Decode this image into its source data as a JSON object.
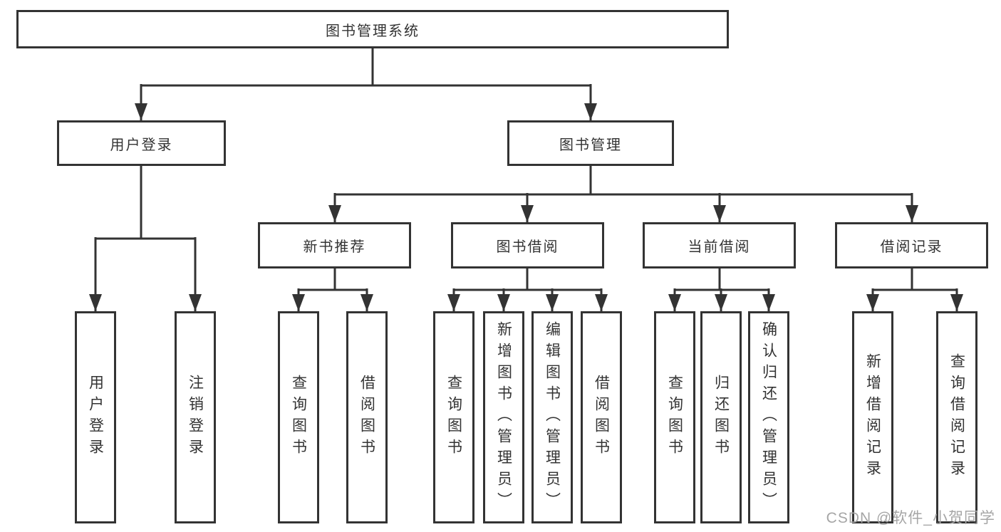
{
  "diagram": {
    "tree": {
      "root": {
        "label": "图书管理系统"
      },
      "branches": [
        {
          "label": "用户登录",
          "children": [
            {
              "label": "用户登录"
            },
            {
              "label": "注销登录"
            }
          ]
        },
        {
          "label": "图书管理",
          "children": [
            {
              "label": "新书推荐",
              "children": [
                {
                  "label": "查询图书"
                },
                {
                  "label": "借阅图书"
                }
              ]
            },
            {
              "label": "图书借阅",
              "children": [
                {
                  "label": "查询图书"
                },
                {
                  "label": "新增图书（管理员）"
                },
                {
                  "label": "编辑图书（管理员）"
                },
                {
                  "label": "借阅图书"
                }
              ]
            },
            {
              "label": "当前借阅",
              "children": [
                {
                  "label": "查询图书"
                },
                {
                  "label": "归还图书"
                },
                {
                  "label": "确认归还（管理员）"
                }
              ]
            },
            {
              "label": "借阅记录",
              "children": [
                {
                  "label": "新增借阅记录"
                },
                {
                  "label": "查询借阅记录"
                }
              ]
            }
          ]
        }
      ]
    },
    "colors": {
      "line": "#333333",
      "box_border": "#333333",
      "box_background": "#ffffff",
      "text": "#333333",
      "watermark": "#a6a6a6"
    },
    "watermark": "CSDN @软件_小贺同学"
  }
}
